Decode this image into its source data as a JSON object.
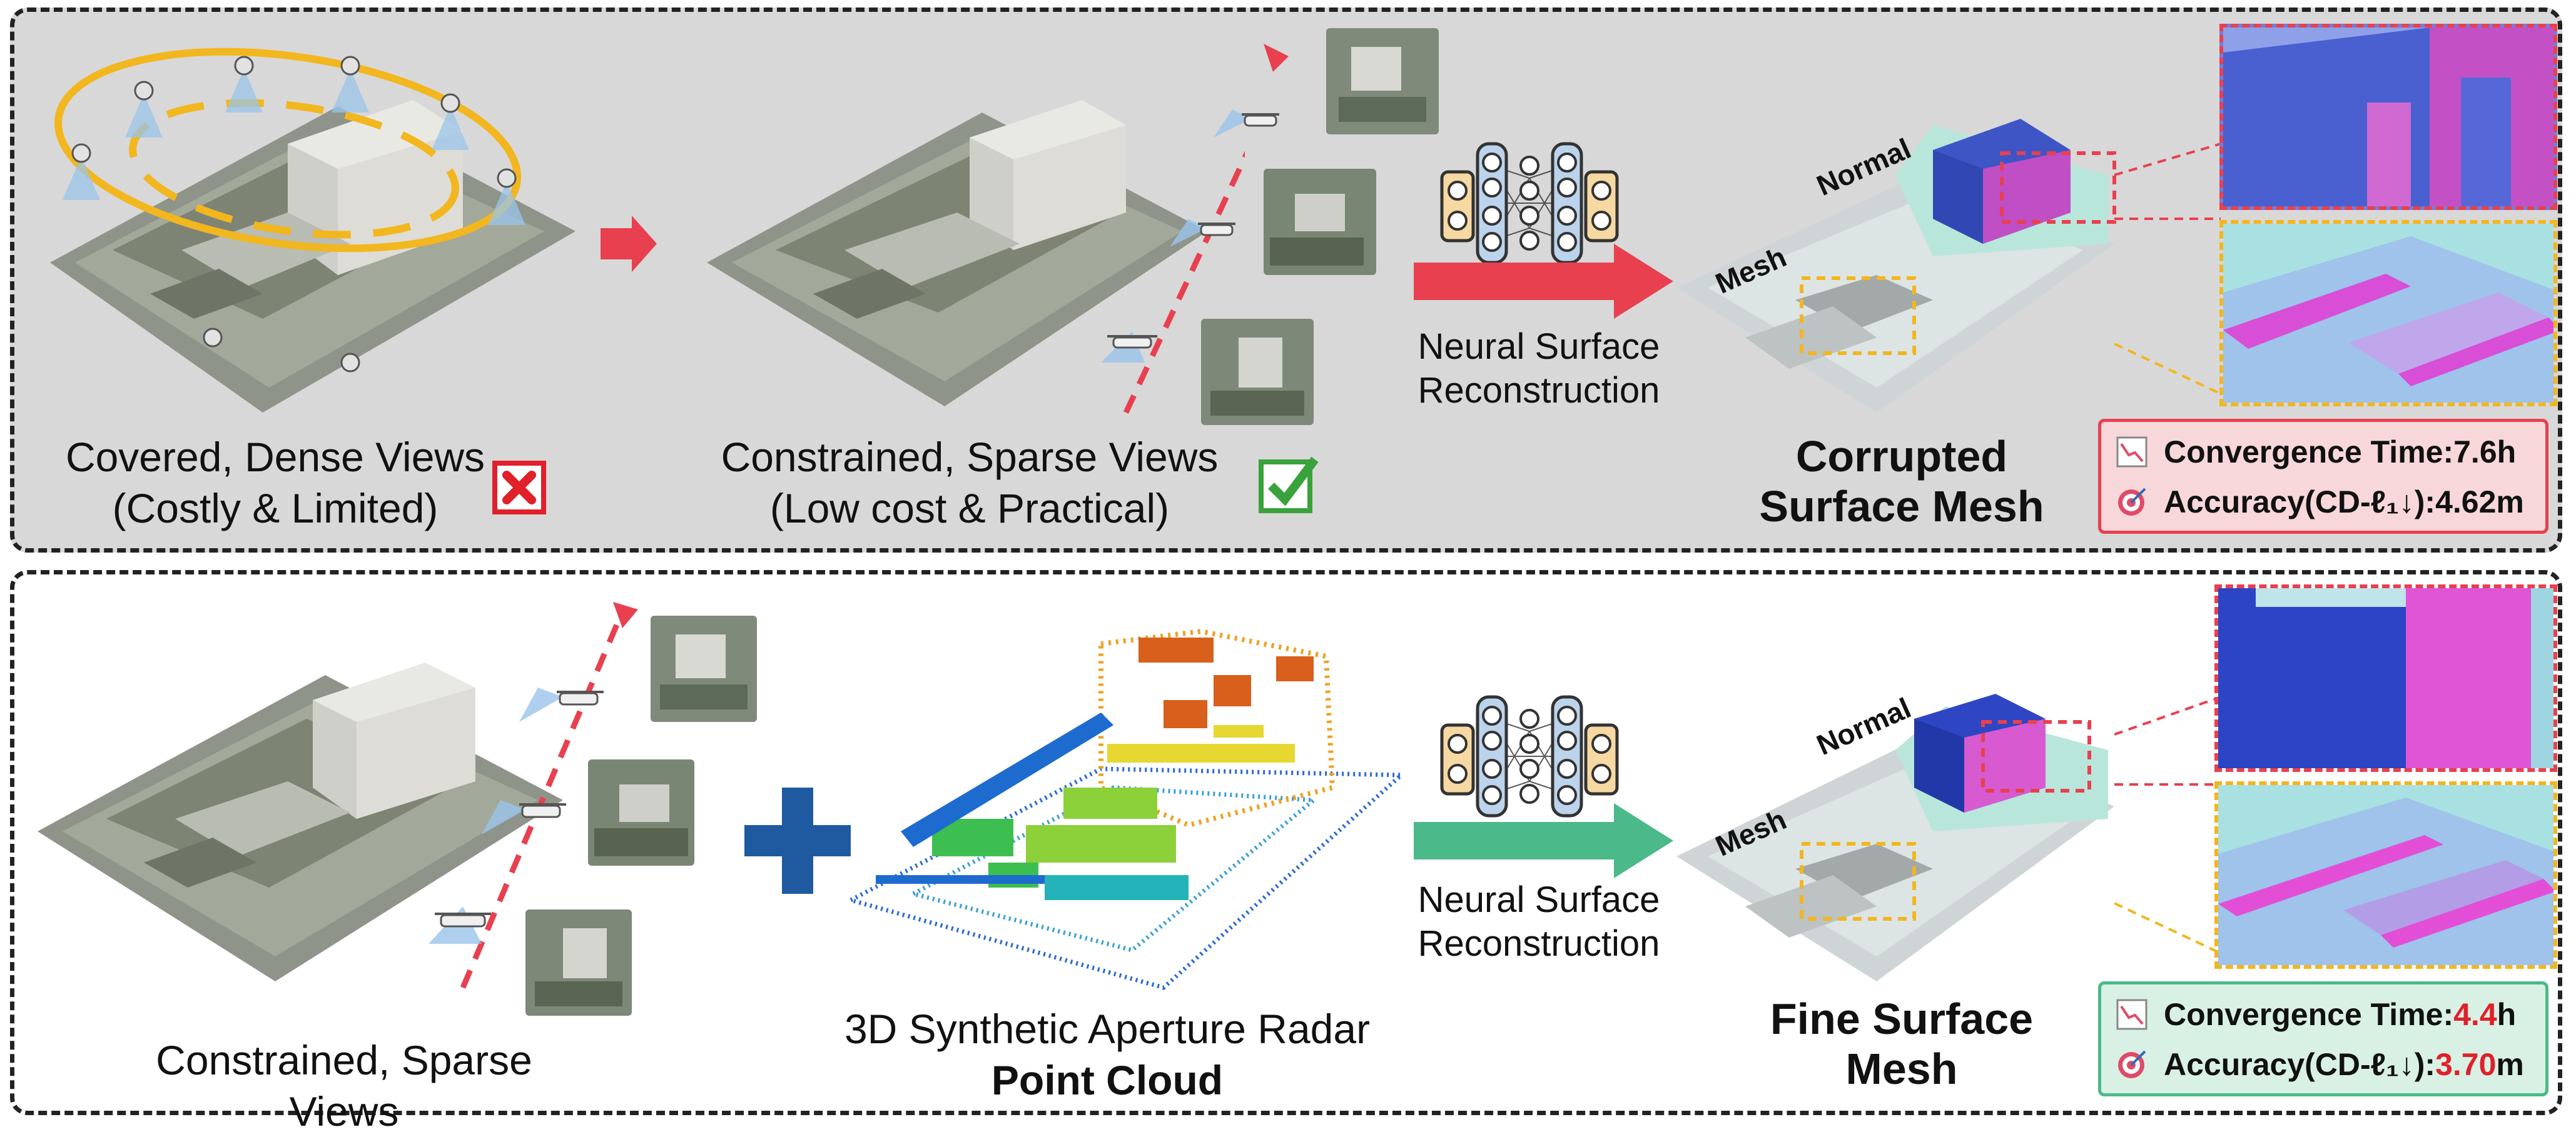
{
  "top_panel": {
    "dense_caption_line1": "Covered, Dense Views",
    "dense_caption_line2": "(Costly & Limited)",
    "sparse_caption_line1": "Constrained, Sparse Views",
    "sparse_caption_line2": "(Low cost & Practical)",
    "nsr_line1": "Neural Surface",
    "nsr_line2": "Reconstruction",
    "normal_label": "Normal",
    "mesh_label": "Mesh",
    "result_line1": "Corrupted",
    "result_line2": "Surface Mesh",
    "metric_time_label": "Convergence Time: ",
    "metric_time_value": "7.6h",
    "metric_acc_label": "Accuracy(CD-ℓ₁↓): ",
    "metric_acc_value": "4.62m"
  },
  "bottom_panel": {
    "sparse_caption": "Constrained, Sparse Views",
    "sar_line1": "3D Synthetic Aperture Radar",
    "sar_line2": "Point Cloud",
    "nsr_line1": "Neural Surface",
    "nsr_line2": "Reconstruction",
    "normal_label": "Normal",
    "mesh_label": "Mesh",
    "result_line1": "Fine Surface",
    "result_line2": "Mesh",
    "metric_time_label": "Convergence Time: ",
    "metric_time_value": "4.4",
    "metric_time_unit": "h",
    "metric_acc_label": "Accuracy(CD-ℓ₁↓): ",
    "metric_acc_value": "3.70",
    "metric_acc_unit": "m"
  },
  "colors": {
    "red_accent": "#e8404f",
    "green_accent": "#4cb98a",
    "blue_plus": "#1f5aa0",
    "orbit_yellow": "#f2b61e",
    "red_box_bg": "#f7d7da",
    "green_box_bg": "#d9f1e4",
    "check_green": "#3aa23a",
    "highlight_red": "#e0202a"
  },
  "icons": [
    "cross-icon",
    "check-icon",
    "neural-network-icon",
    "drone-icon",
    "convergence-chart-icon",
    "target-icon",
    "plus-icon",
    "arrow-icon"
  ]
}
